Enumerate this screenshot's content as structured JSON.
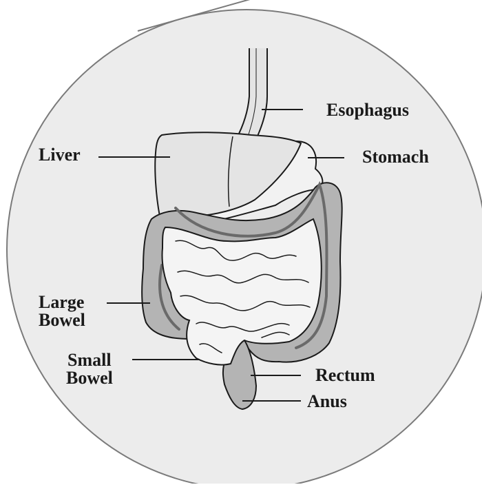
{
  "labels": {
    "esophagus": "Esophagus",
    "liver": "Liver",
    "stomach": "Stomach",
    "large_bowel": [
      "Large",
      "Bowel"
    ],
    "small_bowel": [
      "Small",
      "Bowel"
    ],
    "rectum": "Rectum",
    "anus": "Anus"
  },
  "colors": {
    "circle_fill": "#ececec",
    "circle_stroke": "#7a7a7a",
    "organ_fill": "#e4e4e4",
    "colon_fill": "#b4b4b4",
    "colon_band": "#6a6a6a",
    "intestine_fill": "#f4f4f4",
    "outline": "#1a1a1a"
  }
}
